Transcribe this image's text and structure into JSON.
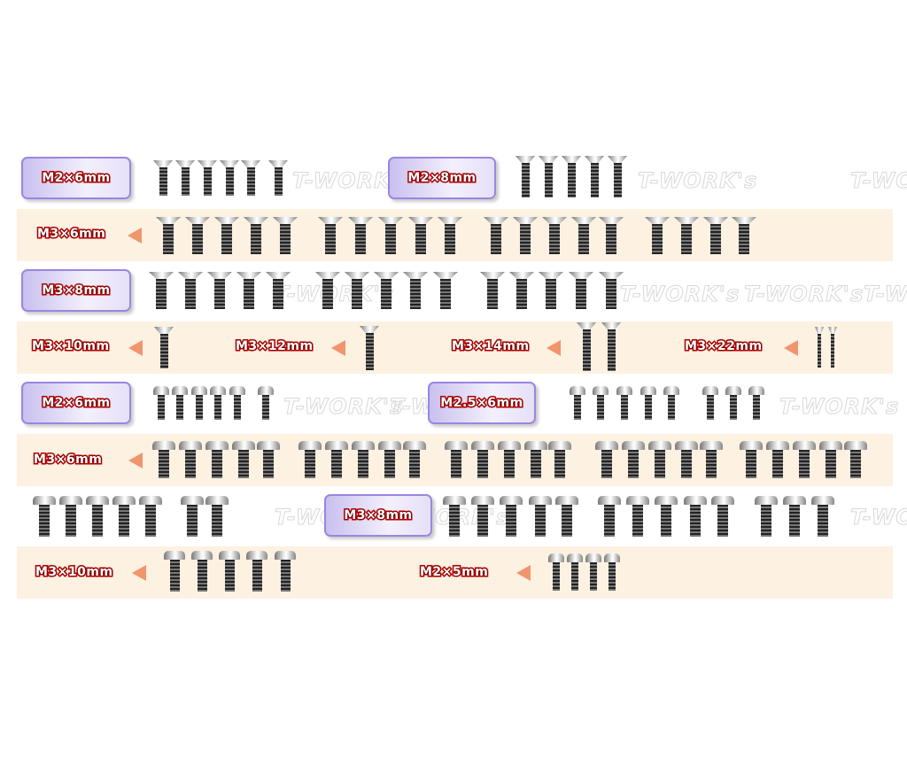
{
  "watermark": "T-WORK's",
  "colors": {
    "band": "#fdf1e1",
    "label_outline": "#cc0000",
    "arrow": "#f0956c",
    "box_border": "#9a86e0"
  },
  "groups": [
    {
      "label": "M2×6mm",
      "screw_count": 6,
      "head": "flat"
    },
    {
      "label": "M2×8mm",
      "screw_count": 5,
      "head": "flat"
    },
    {
      "label": "M3×6mm",
      "screw_count": 19,
      "head": "flat"
    },
    {
      "label": "M3×8mm",
      "screw_count": 15,
      "head": "flat"
    },
    {
      "label": "M3×10mm",
      "screw_count": 1,
      "head": "flat"
    },
    {
      "label": "M3×12mm",
      "screw_count": 1,
      "head": "flat"
    },
    {
      "label": "M3×14mm",
      "screw_count": 2,
      "head": "flat"
    },
    {
      "label": "M3×22mm",
      "screw_count": 2,
      "head": "flat"
    },
    {
      "label": "M2×6mm",
      "screw_count": 6,
      "head": "button"
    },
    {
      "label": "M2.5×6mm",
      "screw_count": 8,
      "head": "button"
    },
    {
      "label": "M3×6mm",
      "screw_count": 25,
      "head": "button"
    },
    {
      "label": "M3×8mm",
      "screw_count": 20,
      "head": "button"
    },
    {
      "label": "M3×10mm",
      "screw_count": 5,
      "head": "button"
    },
    {
      "label": "M2×5mm",
      "screw_count": 4,
      "head": "button"
    }
  ]
}
